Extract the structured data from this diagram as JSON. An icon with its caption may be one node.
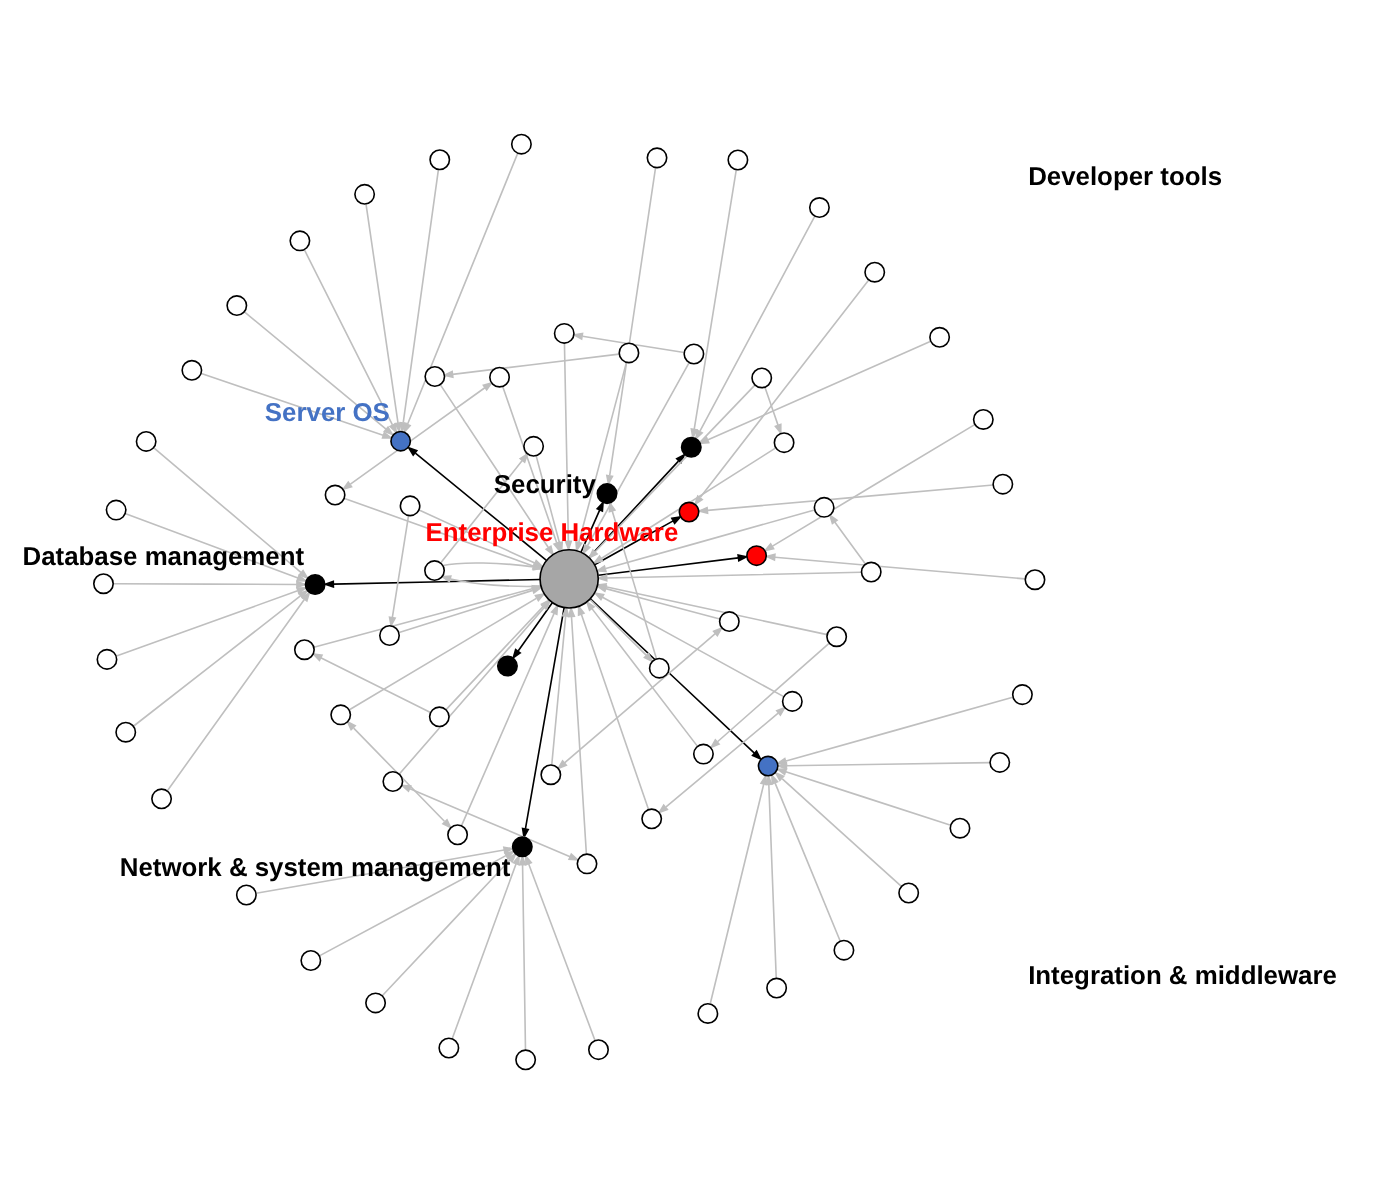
{
  "diagram": {
    "nodes": [
      {
        "text": [],
        "shape": "circle"
      },
      {
        "text": [],
        "shape": "circle"
      },
      {
        "text": [],
        "shape": "circle",
        "beside": [
          "Security"
        ]
      },
      {
        "text": [],
        "shape": "circle"
      },
      {
        "text": [],
        "shape": "circle"
      },
      {
        "text": [],
        "shape": "circle",
        "beside": [
          "Enterprise Hardware"
        ]
      },
      {
        "text": [],
        "shape": "circle",
        "beside": [
          "Server OS"
        ]
      },
      {
        "text": [],
        "shape": "circle"
      },
      {
        "text": [],
        "shape": "circle",
        "beside": [
          "Network & system management"
        ]
      },
      {
        "text": [],
        "shape": "circle",
        "beside": [
          "Database management"
        ]
      },
      {
        "text": [],
        "shape": "circle"
      },
      {
        "text": [],
        "shape": "circle"
      },
      {
        "text": [],
        "shape": "circle"
      },
      {
        "text": [],
        "shape": "circle"
      },
      {
        "text": [],
        "shape": "circle"
      },
      {
        "text": [],
        "shape": "circle"
      },
      {
        "text": [],
        "shape": "circle"
      },
      {
        "text": [],
        "shape": "circle"
      },
      {
        "text": [],
        "shape": "circle"
      },
      {
        "text": [],
        "shape": "circle"
      },
      {
        "text": [],
        "shape": "circle"
      },
      {
        "text": [],
        "shape": "circle"
      },
      {
        "text": [],
        "shape": "circle"
      },
      {
        "text": [],
        "shape": "circle"
      },
      {
        "text": [],
        "shape": "circle"
      },
      {
        "text": [],
        "shape": "circle"
      },
      {
        "text": [],
        "shape": "circle"
      },
      {
        "text": [],
        "shape": "circle"
      },
      {
        "text": [],
        "shape": "circle"
      },
      {
        "text": [],
        "shape": "circle"
      },
      {
        "text": [],
        "shape": "circle"
      },
      {
        "text": [],
        "shape": "circle"
      },
      {
        "text": [],
        "shape": "circle"
      },
      {
        "text": [],
        "shape": "circle"
      },
      {
        "text": [],
        "shape": "circle"
      },
      {
        "text": [],
        "shape": "circle"
      },
      {
        "text": [],
        "shape": "circle"
      },
      {
        "text": [],
        "shape": "circle"
      },
      {
        "text": [],
        "shape": "circle"
      },
      {
        "text": [],
        "shape": "circle"
      },
      {
        "text": [],
        "shape": "circle"
      },
      {
        "text": [],
        "shape": "circle"
      },
      {
        "text": [],
        "shape": "circle"
      },
      {
        "text": [],
        "shape": "circle"
      },
      {
        "text": [],
        "shape": "circle"
      },
      {
        "text": [],
        "shape": "circle"
      },
      {
        "text": [],
        "shape": "circle"
      },
      {
        "text": [],
        "shape": "circle"
      },
      {
        "text": [],
        "shape": "circle"
      },
      {
        "text": [],
        "shape": "circle"
      },
      {
        "text": [],
        "shape": "circle"
      },
      {
        "text": [],
        "shape": "circle"
      },
      {
        "text": [],
        "shape": "circle"
      },
      {
        "text": [],
        "shape": "circle"
      },
      {
        "text": [],
        "shape": "circle"
      },
      {
        "text": [],
        "shape": "circle"
      },
      {
        "text": [],
        "shape": "circle"
      },
      {
        "text": [],
        "shape": "circle"
      },
      {
        "text": [],
        "shape": "circle"
      },
      {
        "text": [],
        "shape": "circle"
      },
      {
        "text": [],
        "shape": "circle"
      },
      {
        "text": [],
        "shape": "circle"
      },
      {
        "text": [],
        "shape": "circle"
      },
      {
        "text": [],
        "shape": "circle"
      },
      {
        "text": [],
        "shape": "circle"
      },
      {
        "text": [],
        "shape": "circle"
      },
      {
        "text": [],
        "shape": "circle"
      },
      {
        "text": [],
        "shape": "circle"
      },
      {
        "text": [],
        "shape": "circle"
      },
      {
        "text": [],
        "shape": "circle"
      }
    ],
    "edges": [
      {
        "from": 0,
        "to": 1,
        "arrow": "to",
        "color": "#000000"
      },
      {
        "from": 0,
        "to": 2,
        "arrow": "to",
        "color": "#000000"
      },
      {
        "from": 0,
        "to": 3,
        "arrow": "to",
        "color": "#000000"
      },
      {
        "from": 0,
        "to": 4,
        "arrow": "to",
        "color": "#000000"
      },
      {
        "from": 0,
        "to": 5,
        "arrow": "to",
        "color": "#000000"
      },
      {
        "from": 0,
        "to": 6,
        "arrow": "to",
        "color": "#000000"
      },
      {
        "from": 0,
        "to": 7,
        "arrow": "to",
        "color": "#000000"
      },
      {
        "from": 0,
        "to": 8,
        "arrow": "to",
        "color": "#000000"
      },
      {
        "from": 0,
        "to": 9,
        "arrow": "to",
        "color": "#000000"
      },
      {
        "from": 10,
        "to": 0,
        "arrow": "to"
      },
      {
        "from": 11,
        "to": 0,
        "arrow": "to"
      },
      {
        "from": 12,
        "to": 2,
        "arrow": "to"
      },
      {
        "from": 13,
        "to": 3,
        "arrow": "to"
      },
      {
        "from": 14,
        "to": 0,
        "arrow": "to"
      },
      {
        "from": 15,
        "to": 4,
        "arrow": "to"
      },
      {
        "from": 16,
        "to": 5,
        "arrow": "to"
      },
      {
        "from": 17,
        "to": 0,
        "arrow": "to"
      },
      {
        "from": 18,
        "to": 6,
        "arrow": "to"
      },
      {
        "from": 19,
        "to": 7,
        "arrow": "to"
      },
      {
        "from": 20,
        "to": 0,
        "arrow": "to"
      },
      {
        "from": 21,
        "to": 8,
        "arrow": "to"
      },
      {
        "from": 22,
        "to": 9,
        "arrow": "to"
      },
      {
        "from": 23,
        "to": 0,
        "arrow": "to"
      },
      {
        "from": 24,
        "to": 2,
        "arrow": "to"
      },
      {
        "from": 25,
        "to": 0,
        "arrow": "to"
      },
      {
        "from": 26,
        "to": 3,
        "arrow": "to"
      },
      {
        "from": 27,
        "to": 6,
        "arrow": "to"
      },
      {
        "from": 28,
        "to": 0,
        "arrow": "to"
      },
      {
        "from": 29,
        "to": 7,
        "arrow": "to"
      },
      {
        "from": 30,
        "to": 0,
        "arrow": "to"
      },
      {
        "from": 31,
        "to": 8,
        "arrow": "to"
      },
      {
        "from": 32,
        "to": 9,
        "arrow": "to"
      },
      {
        "from": 33,
        "to": 0,
        "arrow": "to"
      },
      {
        "from": 34,
        "to": 5,
        "arrow": "to"
      },
      {
        "from": 35,
        "to": 0,
        "arrow": "to"
      },
      {
        "from": 36,
        "to": 6,
        "arrow": "to"
      },
      {
        "from": 37,
        "to": 7,
        "arrow": "to"
      },
      {
        "from": 38,
        "to": 0,
        "arrow": "to"
      },
      {
        "from": 39,
        "to": 8,
        "arrow": "to"
      },
      {
        "from": 40,
        "to": 0,
        "arrow": "to"
      },
      {
        "from": 41,
        "to": 9,
        "arrow": "to"
      },
      {
        "from": 42,
        "to": 0,
        "arrow": "to"
      },
      {
        "from": 43,
        "to": 4,
        "arrow": "to"
      },
      {
        "from": 44,
        "to": 0,
        "arrow": "to"
      },
      {
        "from": 45,
        "to": 6,
        "arrow": "to"
      },
      {
        "from": 46,
        "to": 7,
        "arrow": "to"
      },
      {
        "from": 47,
        "to": 0,
        "arrow": "to"
      },
      {
        "from": 48,
        "to": 8,
        "arrow": "to"
      },
      {
        "from": 49,
        "to": 0,
        "arrow": "to"
      },
      {
        "from": 50,
        "to": 9,
        "arrow": "to"
      },
      {
        "from": 51,
        "to": 0,
        "arrow": "to"
      },
      {
        "from": 52,
        "to": 6,
        "arrow": "to"
      },
      {
        "from": 53,
        "to": 0,
        "arrow": "to"
      },
      {
        "from": 54,
        "to": 7,
        "arrow": "to"
      },
      {
        "from": 55,
        "to": 0,
        "arrow": "to"
      },
      {
        "from": 56,
        "to": 8,
        "arrow": "to"
      },
      {
        "from": 57,
        "to": 0,
        "arrow": "to"
      },
      {
        "from": 58,
        "to": 9,
        "arrow": "to"
      },
      {
        "from": 59,
        "to": 0,
        "arrow": "to"
      },
      {
        "from": 60,
        "to": 6,
        "arrow": "to"
      },
      {
        "from": 61,
        "to": 0,
        "arrow": "to"
      },
      {
        "from": 62,
        "to": 7,
        "arrow": "to"
      },
      {
        "from": 63,
        "to": 8,
        "arrow": "to"
      },
      {
        "from": 64,
        "to": 0,
        "arrow": "to"
      },
      {
        "from": 65,
        "to": 9,
        "arrow": "to"
      },
      {
        "from": 66,
        "to": 0,
        "arrow": "to"
      },
      {
        "from": 67,
        "to": 3,
        "arrow": "to"
      },
      {
        "from": 68,
        "to": 0,
        "arrow": "to"
      },
      {
        "from": 69,
        "to": 7,
        "arrow": "to"
      },
      {
        "from": 10,
        "to": 11,
        "arrow": "both"
      },
      {
        "from": 14,
        "to": 17,
        "arrow": "to"
      },
      {
        "from": 20,
        "to": 23,
        "arrow": "to"
      },
      {
        "from": 25,
        "to": 28,
        "arrow": "both"
      },
      {
        "from": 30,
        "to": 33,
        "arrow": "to"
      },
      {
        "from": 35,
        "to": 38,
        "arrow": "to"
      },
      {
        "from": 40,
        "to": 42,
        "arrow": "both"
      },
      {
        "from": 44,
        "to": 47,
        "arrow": "to"
      },
      {
        "from": 49,
        "to": 51,
        "arrow": "to"
      },
      {
        "from": 53,
        "to": 55,
        "arrow": "both"
      },
      {
        "from": 57,
        "to": 59,
        "arrow": "to"
      },
      {
        "from": 61,
        "to": 64,
        "arrow": "to"
      },
      {
        "from": 66,
        "to": 68,
        "arrow": "both"
      },
      {
        "from": 0,
        "to": 12,
        "arrow": "to"
      },
      {
        "from": 0,
        "to": 20,
        "arrow": "to"
      }
    ],
    "labels": [
      "Integration & middleware",
      "Developer tools"
    ]
  }
}
